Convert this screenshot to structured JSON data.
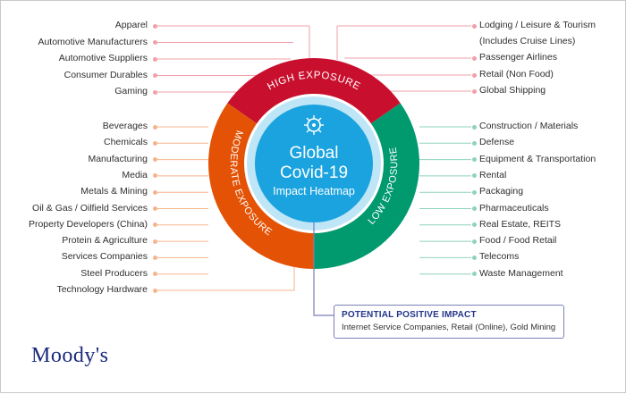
{
  "center": {
    "line1": "Global",
    "line2": "Covid-19",
    "line3": "Impact Heatmap",
    "icon": "virus-icon"
  },
  "segments": {
    "high": {
      "label": "HIGH EXPOSURE",
      "color": "#c8102e"
    },
    "moderate": {
      "label": "MODERATE EXPOSURE",
      "color": "#e35205"
    },
    "low": {
      "label": "LOW EXPOSURE",
      "color": "#009a6e"
    }
  },
  "colors": {
    "center_fill": "#1aa3df",
    "inner_ring": "#bfe6f6",
    "high_line": "#f2a0a8",
    "moderate_line": "#f6b48e",
    "low_line": "#8fd3bc",
    "positive_border": "#7a7fb8"
  },
  "left_high": [
    "Apparel",
    "Automotive Manufacturers",
    "Automotive Suppliers",
    "Consumer Durables",
    "Gaming"
  ],
  "right_high": [
    "Lodging / Leisure & Tourism",
    "(Includes Cruise Lines)",
    "Passenger Airlines",
    "Retail (Non Food)",
    "Global Shipping"
  ],
  "left_moderate": [
    "Beverages",
    "Chemicals",
    "Manufacturing",
    "Media",
    "Metals & Mining",
    "Oil & Gas / Oilfield Services",
    "Property Developers (China)",
    "Protein & Agriculture",
    "Services Companies",
    "Steel Producers",
    "Technology Hardware"
  ],
  "right_low": [
    "Construction / Materials",
    "Defense",
    "Equipment & Transportation",
    "Rental",
    "Packaging",
    "Pharmaceuticals",
    "Real Estate, REITS",
    "Food / Food Retail",
    "Telecoms",
    "Waste Management"
  ],
  "positive": {
    "title": "POTENTIAL POSITIVE IMPACT",
    "items": "Internet Service Companies, Retail (Online), Gold Mining"
  },
  "logo": "Moody's"
}
